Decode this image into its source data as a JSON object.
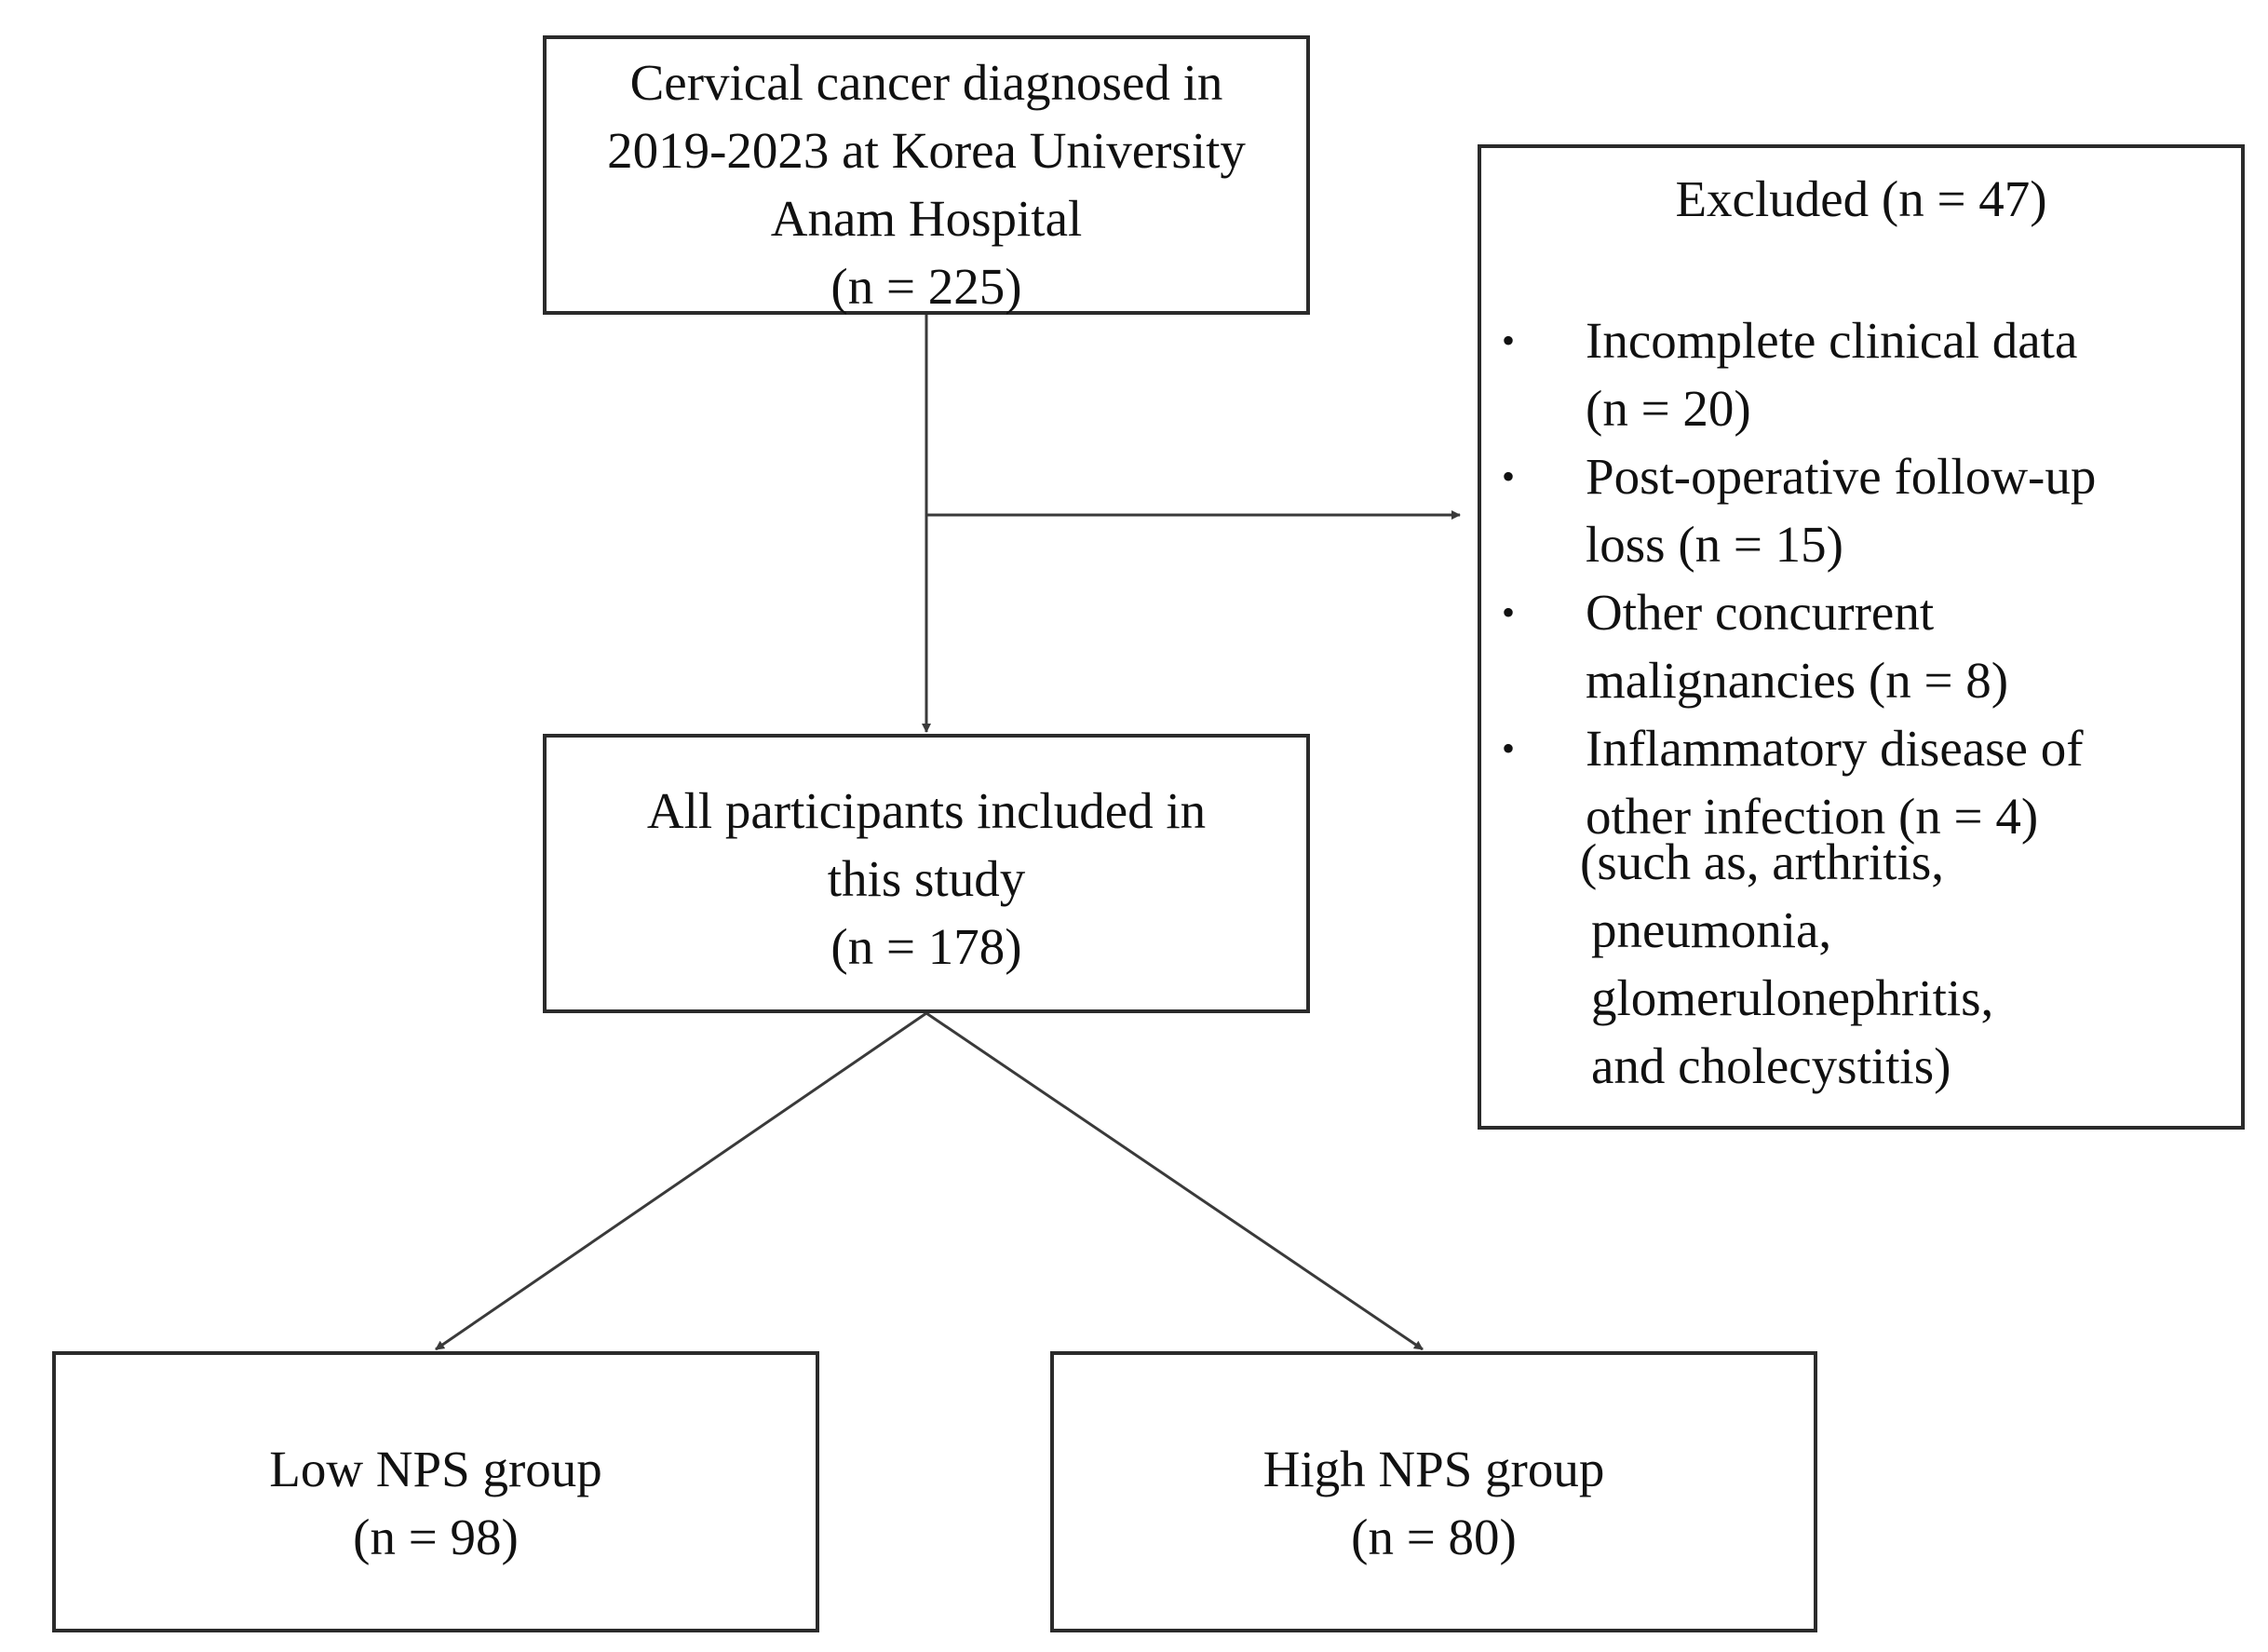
{
  "source": {
    "lines": [
      "Cervical cancer diagnosed in",
      "2019-2023 at Korea University",
      "Anam Hospital",
      "(n = 225)"
    ]
  },
  "excluded": {
    "title": "Excluded (n = 47)",
    "bullet": "•",
    "items": [
      {
        "lines": [
          "Incomplete clinical data",
          "(n = 20)"
        ]
      },
      {
        "lines": [
          "Post-operative follow-up",
          "loss (n = 15)"
        ]
      },
      {
        "lines": [
          "Other concurrent",
          "malignancies (n = 8)"
        ]
      },
      {
        "lines": [
          "Inflammatory disease of",
          "other infection (n = 4)"
        ]
      }
    ],
    "note": [
      "(such as, arthritis,",
      "pneumonia,",
      "glomerulonephritis,",
      "and cholecystitis)"
    ]
  },
  "included": {
    "lines": [
      "All participants included in",
      "this study",
      "(n = 178)"
    ]
  },
  "groups": {
    "low": {
      "lines": [
        "Low NPS group",
        "(n = 98)"
      ]
    },
    "high": {
      "lines": [
        "High NPS group",
        "(n = 80)"
      ]
    }
  },
  "colors": {
    "line": "#3a3a3a",
    "border": "#2b2b2b"
  }
}
